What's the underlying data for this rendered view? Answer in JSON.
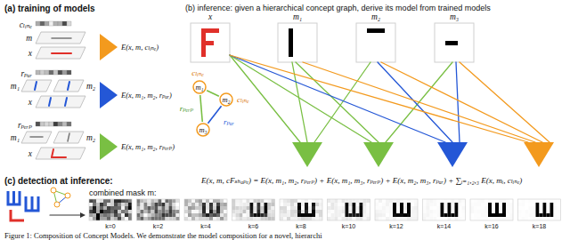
{
  "diagram": {
    "caption": "Figure 1: Composition of Concept Models. We demonstrate the model composition for a novel, hierarchi",
    "nodes": [
      {
        "text": [
          "cₗᵢₙₑ",
          "m₁"
        ]
      },
      {
        "text": [
          "cₗᵢₙₑ",
          "m₂"
        ]
      },
      {
        "text": [
          "m₃"
        ]
      }
    ],
    "edges": [
      {
        "from": 0,
        "to": 1,
        "arrow": "none"
      },
      {
        "from": 0,
        "to": 2,
        "label": "rₚₑᵣₚ",
        "arrow": "none"
      },
      {
        "from": 1,
        "to": 2,
        "label": "rₚₐᵣ",
        "arrow": "none"
      }
    ],
    "labels": [
      "(a) training of models",
      "cₗᵢₙₑ",
      "m",
      "x",
      "E(x, m, cₗᵢₙₑ)",
      "rₚₐᵣ",
      "m₁",
      "m₂",
      "x",
      "E(x, m₁, m₂, rₚₐᵣ)",
      "rₚₑᵣₚ",
      "m₁",
      "m₂",
      "x",
      "E(x, m₁, m₂, rₚₑᵣₚ)",
      "(b) inference: given a hierarchical concept graph, derive its model from trained models",
      "x",
      "m₁",
      "m₂",
      "m₃",
      "E(x, m, cFₛₕₐₚₑ) = E(x, m₁, m₂, rₚₑᵣₚ) + E(x, m₁, m₃, rₚₑᵣₚ) + E(x, m₂, m₃, rₚₐᵣ) + ∑ᵢ₌₁,₂,₃ E(x, mᵢ, cₗᵢₙₑ)",
      "(c) detection at inference:",
      "combined mask m:",
      "k=0",
      "k=2",
      "k=4",
      "k=6",
      "k=8",
      "k=10",
      "k=12",
      "k=14",
      "k=16",
      "k=18"
    ]
  }
}
